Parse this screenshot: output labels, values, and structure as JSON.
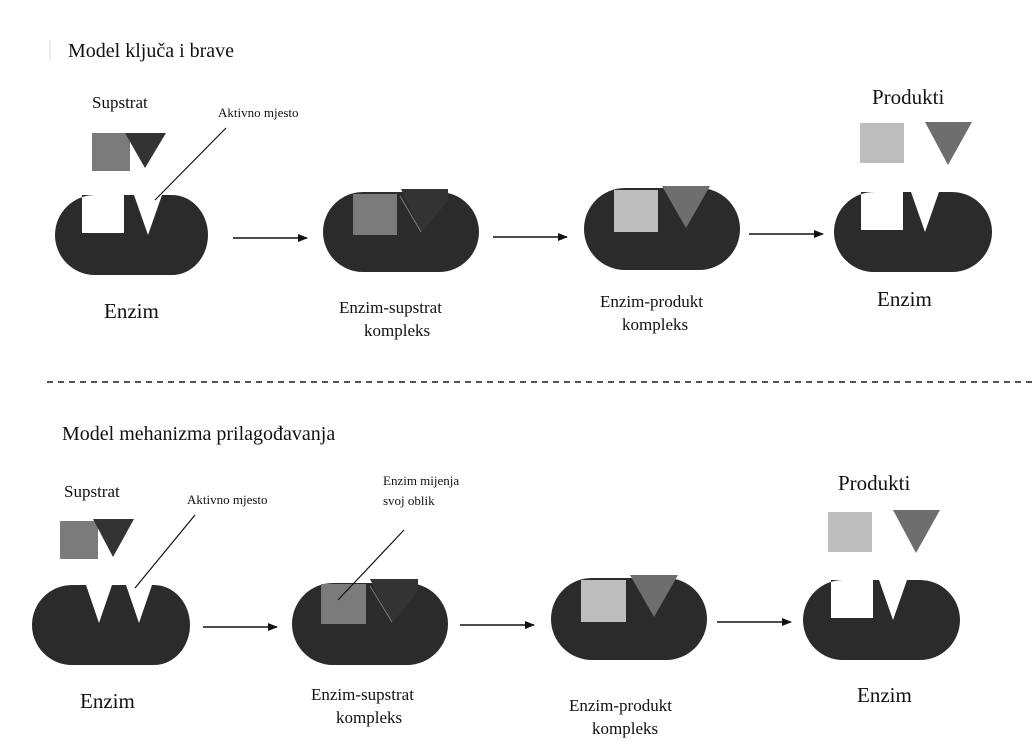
{
  "colors": {
    "enzyme": "#2b2b2b",
    "substrate_square": "#7b7b7b",
    "substrate_triangle": "#333333",
    "product_square": "#bdbdbd",
    "product_triangle": "#6e6e6e",
    "divider": "#555555"
  },
  "section1": {
    "title": "Model ključa i brave",
    "substrate_label": "Supstrat",
    "active_site_label": "Aktivno mjesto",
    "products_label": "Produkti",
    "enzyme_label_1": "Enzim",
    "es_complex_line1": "Enzim-supstrat",
    "es_complex_line2": "kompleks",
    "ep_complex_line1": "Enzim-produkt",
    "ep_complex_line2": "kompleks",
    "enzyme_label_2": "Enzim"
  },
  "section2": {
    "title": "Model mehanizma prilagođavanja",
    "substrate_label": "Supstrat",
    "active_site_label": "Aktivno mjesto",
    "shape_change_line1": "Enzim mijenja",
    "shape_change_line2": "svoj oblik",
    "products_label": "Produkti",
    "enzyme_label_1": "Enzim",
    "es_complex_line1": "Enzim-supstrat",
    "es_complex_line2": "kompleks",
    "ep_complex_line1": "Enzim-produkt",
    "ep_complex_line2": "kompleks",
    "enzyme_label_2": "Enzim"
  }
}
